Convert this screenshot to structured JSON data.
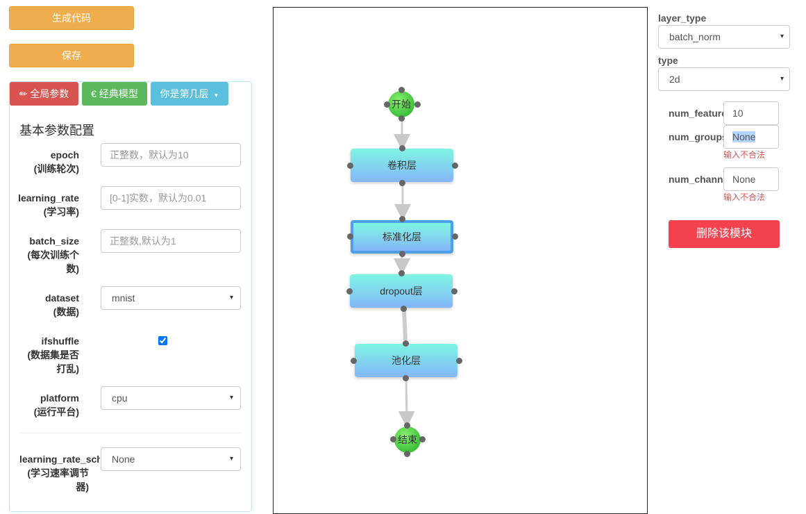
{
  "toolbar": {
    "generate_code": "生成代码",
    "save": "保存"
  },
  "tabs": {
    "global_params": "全局参数",
    "global_icon": "✏",
    "classic_model": "经典模型",
    "classic_icon": "€",
    "layer_dropdown": "你是第几层",
    "layer_caret": "▼"
  },
  "section_title": "基本参数配置",
  "form": {
    "epoch": {
      "label": "epoch",
      "sub": "(训练轮次)",
      "placeholder": "正整数，默认为10"
    },
    "learning_rate": {
      "label": "learning_rate",
      "sub": "(学习率)",
      "placeholder": "[0-1]实数，默认为0.01"
    },
    "batch_size": {
      "label": "batch_size",
      "sub": "(每次训练个数)",
      "placeholder": "正整数,默认为1"
    },
    "dataset": {
      "label": "dataset",
      "sub": "(数据)",
      "value": "mnist"
    },
    "ifshuffle": {
      "label": "ifshuffle",
      "sub": "(数据集是否打乱)",
      "checked": true
    },
    "platform": {
      "label": "platform",
      "sub": "(运行平台)",
      "value": "cpu"
    },
    "lr_scheduler": {
      "label": "learning_rate_scheduler",
      "sub": "(学习速率调节器)",
      "value": "None"
    }
  },
  "canvas": {
    "start": "开始",
    "end": "结束",
    "nodes": [
      "卷积层",
      "标准化层",
      "dropout层",
      "池化层"
    ],
    "selected_node": "标准化层"
  },
  "props": {
    "layer_type_label": "layer_type",
    "layer_type_value": "batch_norm",
    "type_label": "type",
    "type_value": "2d",
    "num_features_label": "num_features",
    "num_features_value": "10",
    "num_groups_label": "num_groups",
    "num_groups_value": "None",
    "num_groups_error": "输入不合法",
    "num_channels_label": "num_channels",
    "num_channels_value": "None",
    "num_channels_error": "输入不合法",
    "delete_button": "删除该模块"
  },
  "icons": {
    "select_arrow": "▾"
  },
  "colors": {
    "warning": "#f0ad4e",
    "danger": "#d9534f",
    "success": "#5cb85c",
    "info": "#5bc0de",
    "delete": "#f5424f"
  }
}
